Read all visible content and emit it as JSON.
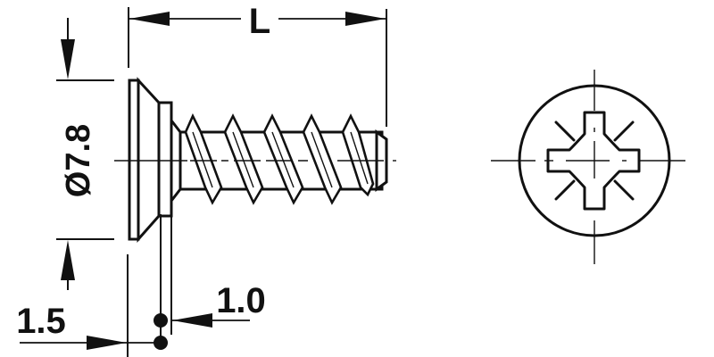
{
  "drawing": {
    "title": "Countersunk screw technical drawing",
    "line_color": "#111111",
    "background": "#ffffff"
  },
  "dimensions": {
    "length": {
      "label": "L"
    },
    "head_diameter": {
      "label": "Ø7.8"
    },
    "head_height": {
      "label": "1.5"
    },
    "collar": {
      "label": "1.0"
    }
  },
  "views": {
    "side": "side-view",
    "top": "top-view-pozidriv"
  }
}
